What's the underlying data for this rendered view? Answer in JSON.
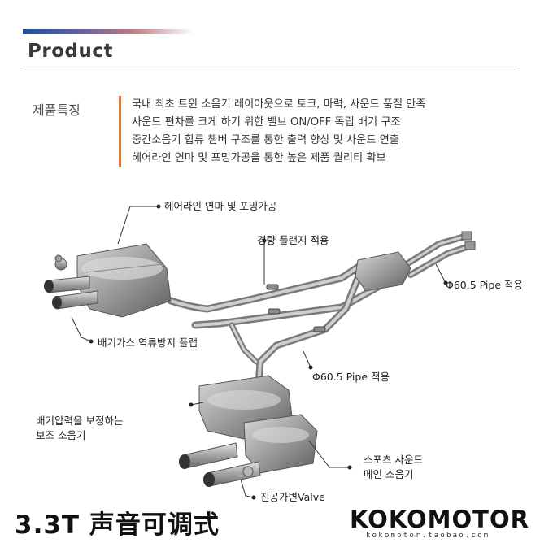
{
  "header": {
    "title": "Product"
  },
  "features": {
    "label": "제품특징",
    "items": [
      "국내 최초 트윈 소음기 레이아웃으로 토크, 마력, 사운드 품질 만족",
      "사운드 편차를 크게 하기 위한 밸브 ON/OFF 독립 배기 구조",
      "중간소음기 합류 챔버 구조를 통한 출력 향상 및 사운드 연출",
      "헤어라인 연마 및 포밍가공을 통한 높은 제품 퀄리티 확보"
    ]
  },
  "callouts": {
    "hairline": "헤어라인 연마 및 포밍가공",
    "flange": "경량 플랜지 적용",
    "pipe_top": "Φ60.5 Pipe 적용",
    "backflow": "배기가스 역류방지 플랩",
    "pipe_mid": "Φ60.5 Pipe 적용",
    "aux_line1": "배기압력을 보정하는",
    "aux_line2": "보조 소음기",
    "main_line1": "스포츠 사운드",
    "main_line2": "메인 소음기",
    "valve": "진공가변Valve"
  },
  "footer": {
    "title": "3.3T 声音可调式",
    "brand": "KOKOMOTOR",
    "url": "kokomotor.taobao.com"
  },
  "colors": {
    "accent": "#e8772e",
    "steel": "#a9a9a9",
    "dark_steel": "#6f6f6f"
  }
}
